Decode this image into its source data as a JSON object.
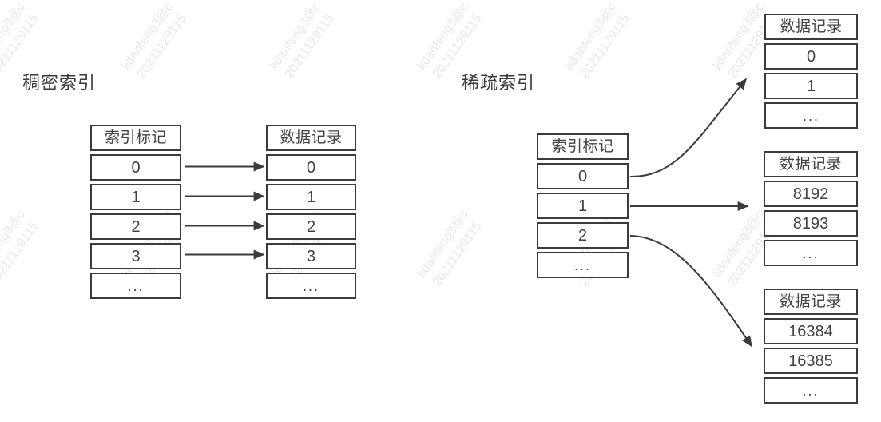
{
  "colors": {
    "line": "#3b3b3b",
    "text": "#424242",
    "title": "#3a3a3a",
    "background": "#ffffff"
  },
  "dense": {
    "title": "稠密索引",
    "index_table": {
      "header": "索引标记",
      "rows": [
        "0",
        "1",
        "2",
        "3",
        "..."
      ]
    },
    "data_table": {
      "header": "数据记录",
      "rows": [
        "0",
        "1",
        "2",
        "3",
        "..."
      ]
    }
  },
  "sparse": {
    "title": "稀疏索引",
    "index_table": {
      "header": "索引标记",
      "rows": [
        "0",
        "1",
        "2",
        "..."
      ]
    },
    "data_tables": [
      {
        "header": "数据记录",
        "rows": [
          "0",
          "1",
          "..."
        ]
      },
      {
        "header": "数据记录",
        "rows": [
          "8192",
          "8193",
          "..."
        ]
      },
      {
        "header": "数据记录",
        "rows": [
          "16384",
          "16385",
          "..."
        ]
      }
    ]
  },
  "watermark": {
    "line1": "lidanfeng3@c",
    "line2": "20211129115"
  }
}
